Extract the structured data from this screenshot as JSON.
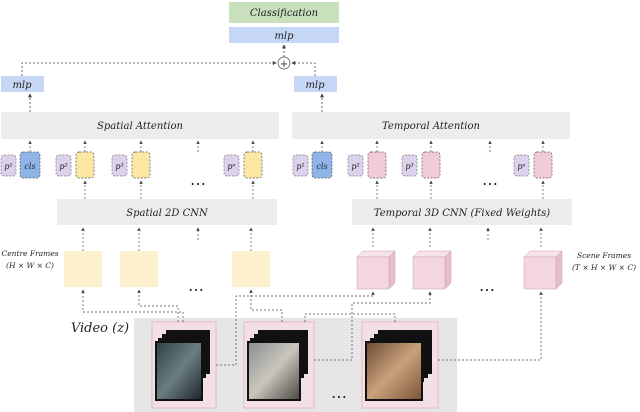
{
  "top": {
    "classification": "Classification",
    "mlp_top": "mlp",
    "mlp_left": "mlp",
    "mlp_right": "mlp",
    "plus": "+"
  },
  "spatial": {
    "attention": "Spatial Attention",
    "cnn": "Spatial 2D CNN",
    "tokens": [
      "p¹",
      "cls",
      "p²",
      "p³",
      "pⁿ"
    ],
    "frames_label_1": "Centre Frames",
    "frames_label_2": "(H × W × C)"
  },
  "temporal": {
    "attention": "Temporal Attention",
    "cnn": "Temporal 3D CNN (Fixed Weights)",
    "tokens": [
      "p¹",
      "cls",
      "p²",
      "p³",
      "pⁿ"
    ],
    "frames_label_1": "Scene Frames",
    "frames_label_2": "(T × H × W × C)"
  },
  "video": {
    "label": "Video (z)"
  },
  "ellipsis": "…",
  "colors": {
    "classification": "#c8e0bc",
    "mlp": "#c6d6f5",
    "attention": "#ececec",
    "token_p": "#ddd2ec",
    "token_cls": "#8fb5e8",
    "token_spatial": "#fde7a4",
    "token_temporal": "#f1ccd8",
    "centre_frame": "#fdf0cf",
    "cube": "#f3d6df",
    "video_bg": "#e6e6e6",
    "clip_border": "#e7b9c8"
  }
}
